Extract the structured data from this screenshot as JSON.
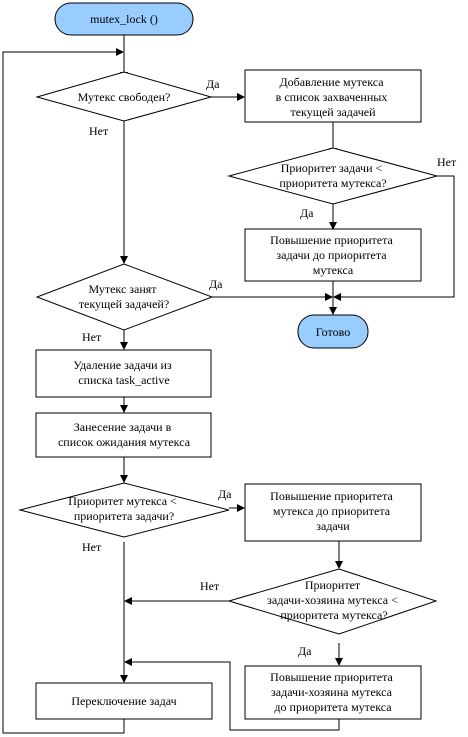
{
  "diagram": {
    "colors": {
      "terminator_fill": "#99ccff",
      "line": "#000000",
      "box_fill": "#ffffff"
    },
    "nodes": {
      "start": {
        "label": "mutex_lock ()"
      },
      "d_free": {
        "lines": [
          "Мутекс свободен?"
        ]
      },
      "add_mutex": {
        "lines": [
          "Добавление мутекса",
          "в список захваченных",
          "текущей задачей"
        ]
      },
      "d_prio1": {
        "lines": [
          "Приоритет задачи <",
          "приоритета мутекса?"
        ]
      },
      "raise_task": {
        "lines": [
          "Повышение приоритета",
          "задачи до приоритета",
          "мутекса"
        ]
      },
      "d_busy_self": {
        "lines": [
          "Мутекс занят",
          "текущей задачей?"
        ]
      },
      "done": {
        "label": "Готово"
      },
      "remove_task": {
        "lines": [
          "Удаление задачи из",
          "списка task_active"
        ]
      },
      "add_wait": {
        "lines": [
          "Занесение задачи в",
          "список ожидания мутекса"
        ]
      },
      "d_prio2": {
        "lines": [
          "Приоритет мутекса <",
          "приоритета задачи?"
        ]
      },
      "raise_mutex": {
        "lines": [
          "Повышение приоритета",
          "мутекса до приоритета",
          "задачи"
        ]
      },
      "d_prio3": {
        "lines": [
          "Приоритет",
          "задачи-хозяина мутекса <",
          "приоритета мутекса?"
        ]
      },
      "raise_owner": {
        "lines": [
          "Повышение приоритета",
          "задачи-хозяина мутекса",
          "до приоритета мутекса"
        ]
      },
      "switch": {
        "lines": [
          "Переключение задач"
        ]
      }
    },
    "edge_labels": {
      "free_yes": "Да",
      "free_no": "Нет",
      "prio1_yes": "Да",
      "prio1_no": "Нет",
      "busy_yes": "Да",
      "busy_no": "Нет",
      "prio2_yes": "Да",
      "prio2_no": "Нет",
      "prio3_yes": "Да",
      "prio3_no": "Нет"
    }
  }
}
